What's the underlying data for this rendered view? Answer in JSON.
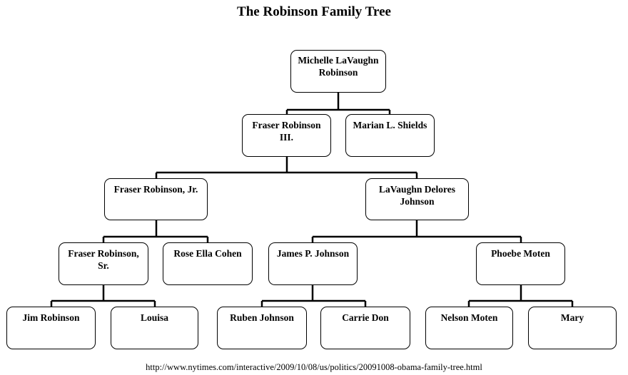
{
  "title": "The Robinson Family Tree",
  "people": {
    "michelle": "Michelle LaVaughn Robinson",
    "fraser3": "Fraser Robinson III.",
    "marian": "Marian L. Shields",
    "fraser_jr": "Fraser Robinson, Jr.",
    "lavaughn": "LaVaughn Delores Johnson",
    "fraser_sr": "Fraser Robinson, Sr.",
    "rose": "Rose Ella Cohen",
    "james": "James P. Johnson",
    "phoebe": "Phoebe Moten",
    "jim": "Jim Robinson",
    "louisa": "Louisa",
    "ruben": "Ruben Johnson",
    "carrie": "Carrie Don",
    "nelson": "Nelson Moten",
    "mary": "Mary"
  },
  "source": "http://www.nytimes.com/interactive/2009/10/08/us/politics/20091008-obama-family-tree.html"
}
